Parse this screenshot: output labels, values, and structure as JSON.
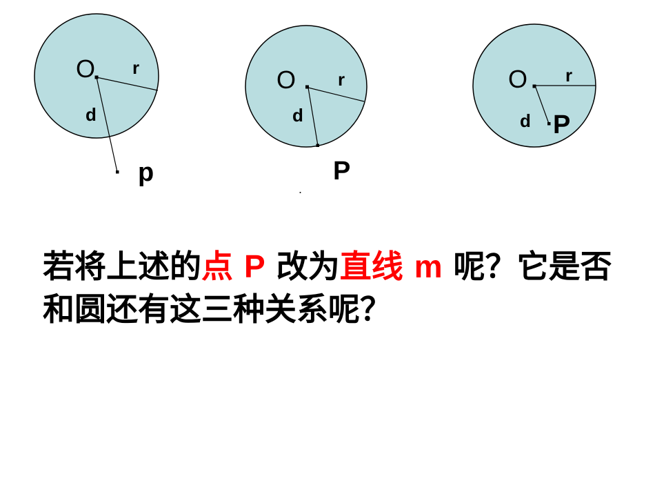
{
  "colors": {
    "circle_fill": "#b9dde0",
    "circle_stroke": "#000000",
    "highlight": "#ff0000"
  },
  "figures": [
    {
      "center_label": "O",
      "radius_label": "r",
      "distance_label": "d",
      "point_label": "p"
    },
    {
      "center_label": "O",
      "radius_label": "r",
      "distance_label": "d",
      "point_label": "P"
    },
    {
      "center_label": "O",
      "radius_label": "r",
      "distance_label": "d",
      "point_label": "P"
    }
  ],
  "question": {
    "part1": "若将上述的",
    "hl1": "点",
    "hl1_latin": "P",
    "part2": "改为",
    "hl2": "直线",
    "part3_latin": "m",
    "part4": "呢？它是否和圆还有这三种关系呢？"
  }
}
